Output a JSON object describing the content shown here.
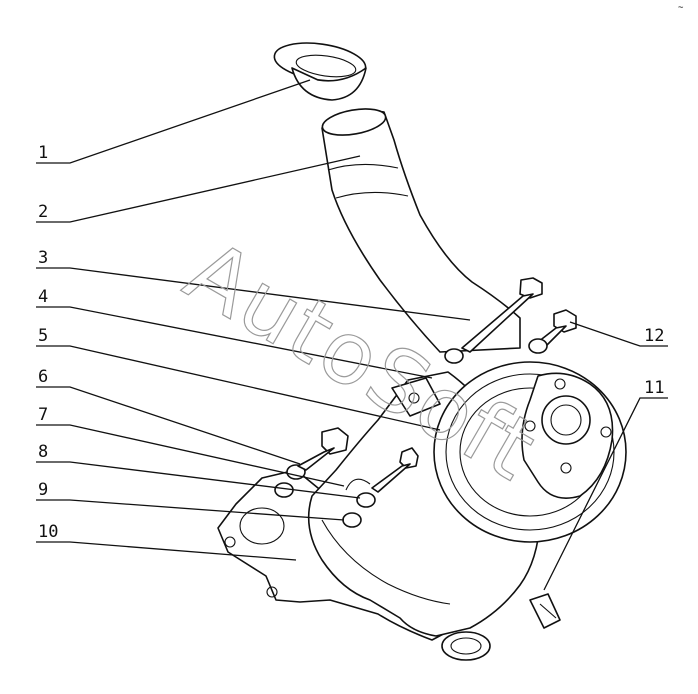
{
  "watermark": "AutoSoft",
  "corner_mark": "~",
  "callouts": [
    "1",
    "2",
    "3",
    "4",
    "5",
    "6",
    "7",
    "8",
    "9",
    "10",
    "11",
    "12"
  ]
}
